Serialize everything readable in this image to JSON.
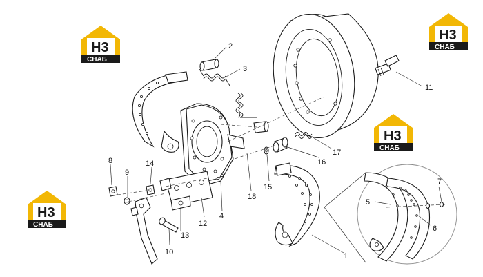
{
  "callouts": [
    {
      "id": "c1",
      "text": "1"
    },
    {
      "id": "c2",
      "text": "2"
    },
    {
      "id": "c3",
      "text": "3"
    },
    {
      "id": "c4",
      "text": "4"
    },
    {
      "id": "c5",
      "text": "5"
    },
    {
      "id": "c6",
      "text": "6"
    },
    {
      "id": "c7",
      "text": "7"
    },
    {
      "id": "c8",
      "text": "8"
    },
    {
      "id": "c9",
      "text": "9"
    },
    {
      "id": "c10",
      "text": "10"
    },
    {
      "id": "c11",
      "text": "11"
    },
    {
      "id": "c12",
      "text": "12"
    },
    {
      "id": "c13",
      "text": "13"
    },
    {
      "id": "c14",
      "text": "14"
    },
    {
      "id": "c15",
      "text": "15"
    },
    {
      "id": "c16",
      "text": "16"
    },
    {
      "id": "c17",
      "text": "17"
    },
    {
      "id": "c18",
      "text": "18"
    }
  ],
  "watermark": {
    "mark": "H3",
    "caption": "СНАБ",
    "colors": {
      "house": "#f2b705",
      "text_bg": "#1a1a1a",
      "mark_bg": "#ffffff"
    }
  }
}
